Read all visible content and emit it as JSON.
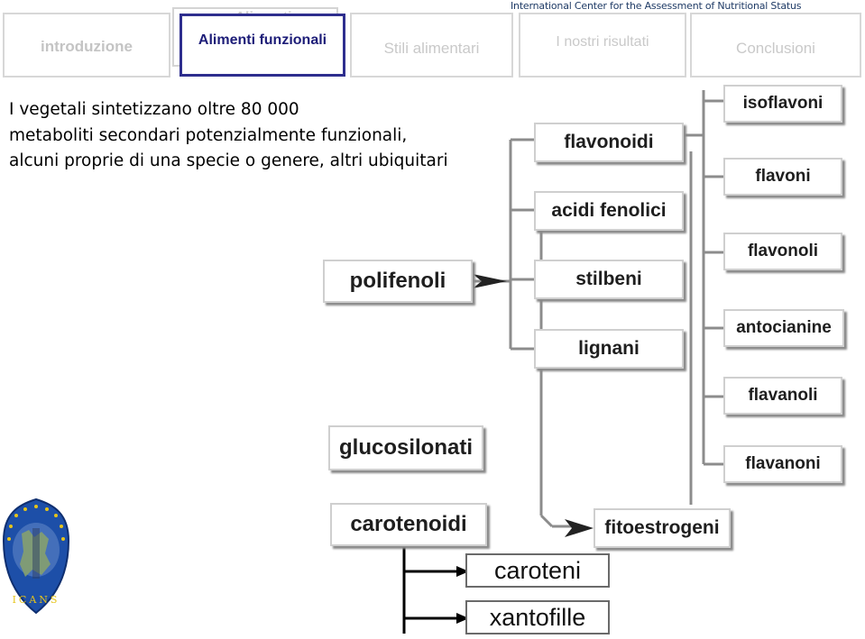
{
  "header": {
    "note": "International Center for the Assessment of Nutritional Status"
  },
  "tabs": [
    {
      "label": "introduzione"
    },
    {
      "label": "Alimenti funzionali"
    },
    {
      "label": "Stili alimentari"
    },
    {
      "label": "I nostri risultati"
    },
    {
      "label": "Conclusioni"
    }
  ],
  "intro": "I vegetali sintetizzano oltre 80 000\nmetaboliti secondari potenzialmente funzionali,\nalcuni proprie di una specie o genere, altri ubiquitari",
  "diagram": {
    "root": "polifenoli",
    "classes": [
      "flavonoidi",
      "acidi fenolici",
      "stilbeni",
      "lignani"
    ],
    "subclasses": [
      "isoflavoni",
      "flavoni",
      "flavonoli",
      "antocianine",
      "flavanoli",
      "flavanoni"
    ],
    "fitoestrogeni": "fitoestrogeni",
    "glucosilonati": "glucosilonati",
    "carotenoidi": "carotenoidi",
    "caroten_children": [
      "caroteni",
      "xantofille"
    ]
  },
  "logo": {
    "text": "ICANS",
    "colors": {
      "blue": "#1d4fa8",
      "gold": "#e6c41a"
    }
  }
}
